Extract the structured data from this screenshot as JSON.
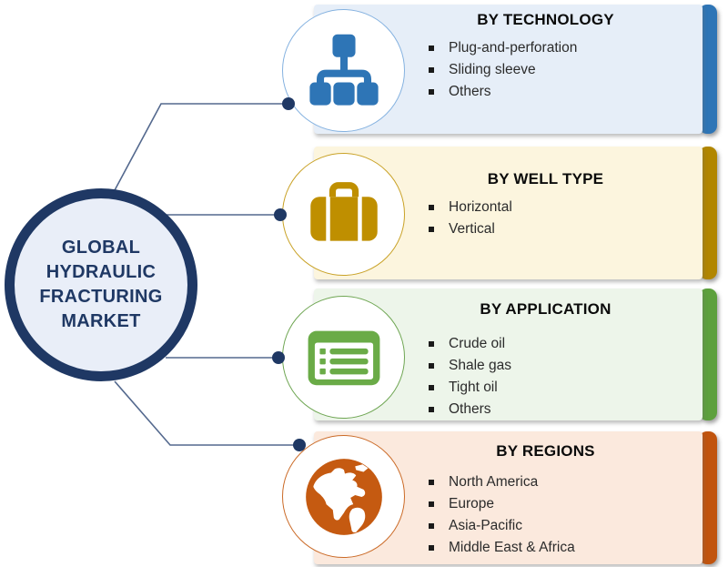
{
  "hub": {
    "title": "GLOBAL HYDRAULIC FRACTURING MARKET"
  },
  "cards": [
    {
      "key": "technology",
      "title": "BY TECHNOLOGY",
      "icon": "sitemap-icon",
      "accent": "#2E75B6",
      "fill": "#E6EEF8",
      "items": [
        "Plug-and-perforation",
        "Sliding sleeve",
        "Others"
      ]
    },
    {
      "key": "well-type",
      "title": "BY WELL TYPE",
      "icon": "briefcase-icon",
      "accent": "#BF8F00",
      "fill": "#FCF5DE",
      "items": [
        "Horizontal",
        "Vertical"
      ]
    },
    {
      "key": "application",
      "title": "BY APPLICATION",
      "icon": "list-form-icon",
      "accent": "#6AAB47",
      "fill": "#EDF5EA",
      "items": [
        "Crude oil",
        "Shale gas",
        "Tight oil",
        "Others"
      ]
    },
    {
      "key": "regions",
      "title": "BY REGIONS",
      "icon": "globe-americas-icon",
      "accent": "#C55A11",
      "fill": "#FBE9DD",
      "items": [
        "North America",
        "Europe",
        "Asia-Pacific",
        "Middle East & Africa"
      ]
    }
  ],
  "colors": {
    "hub_border": "#1F3864",
    "hub_fill": "#E9EEF8",
    "hub_text": "#1F3864",
    "connector_line": "#54698E",
    "connector_dot": "#1F3864"
  }
}
